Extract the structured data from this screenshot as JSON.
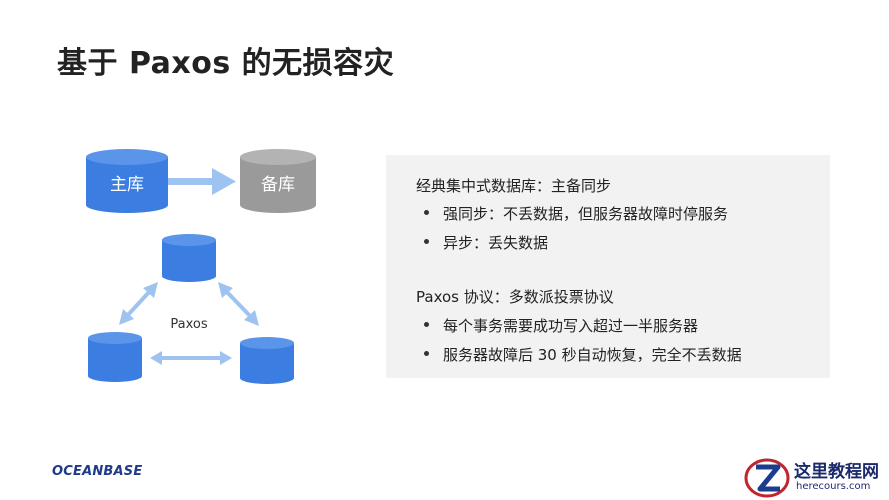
{
  "title": "基于 Paxos 的无损容灾",
  "diagram": {
    "primary_label": "主库",
    "backup_label": "备库",
    "paxos_label": "Paxos"
  },
  "panel": {
    "section1_heading": "经典集中式数据库：主备同步",
    "section1_bullets": [
      "强同步：不丢数据，但服务器故障时停服务",
      "异步：丢失数据"
    ],
    "section2_heading": "Paxos 协议：多数派投票协议",
    "section2_bullets": [
      "每个事务需要成功写入超过一半服务器",
      "服务器故障后 30 秒自动恢复，完全不丢数据"
    ]
  },
  "footer": {
    "logo_text": "OCEANBASE",
    "watermark_title": "这里教程网",
    "watermark_url": "herecours.com"
  },
  "colors": {
    "primary_db": "#3b7de0",
    "backup_db": "#9a9a9a",
    "arrow": "#9fc3f0",
    "panel_bg": "#f2f2f2"
  }
}
